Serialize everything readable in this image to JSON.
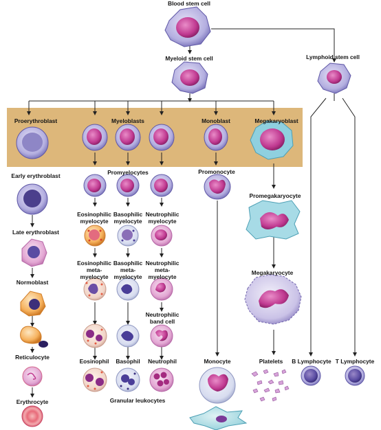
{
  "labels": {
    "blood_stem_cell": "Blood stem cell",
    "myeloid_stem_cell": "Myeloid stem cell",
    "lymphoid_stem_cell": "Lymphoid stem cell",
    "proerythroblast": "Proerythroblast",
    "myeloblasts": "Myeloblasts",
    "monoblast": "Monoblast",
    "megakaryoblast": "Megakaryoblast",
    "early_erythroblast": "Early erythroblast",
    "promyelocytes": "Promyelocytes",
    "promonocyte": "Promonocyte",
    "promegakaryocyte": "Promegakaryocyte",
    "eosinophilic_myelocyte": "Eosinophilic myelocyte",
    "basophilic_myelocyte": "Basophilic myelocyte",
    "neutrophilic_myelocyte": "Neutrophilic myelocyte",
    "late_erythroblast": "Late erythroblast",
    "eosinophilic_metamyelocyte": "Eosinophilic meta-myelocyte",
    "basophilic_metamyelocyte": "Basophilic meta-myelocyte",
    "neutrophilic_metamyelocyte": "Neutrophilic meta-myelocyte",
    "normoblast": "Normoblast",
    "megakaryocyte": "Megakaryocyte",
    "neutrophilic_band_cell": "Neutrophilic band cell",
    "reticulocyte": "Reticulocyte",
    "eosinophil": "Eosinophil",
    "basophil": "Basophil",
    "neutrophil": "Neutrophil",
    "monocyte": "Monocyte",
    "platelets": "Platelets",
    "b_lymphocyte": "B Lymphocyte",
    "t_lymphocyte": "T Lymphocyte",
    "erythrocyte": "Erythrocyte",
    "granular_leukocytes": "Granular leukocytes"
  },
  "colors": {
    "band": "#ddb77a",
    "stem_cytoplasm": "#b7b3e0",
    "nucleus": "#c0388f",
    "erythro": "#e9b3db",
    "eosino_granule": "#e35b42",
    "baso_granule": "#4a3e98",
    "orange_cell": "#f6b25e",
    "monocyte": "#d3d8ef",
    "megakaryocyte": "#c9c1e6",
    "macrophage": "#9fd6df"
  }
}
